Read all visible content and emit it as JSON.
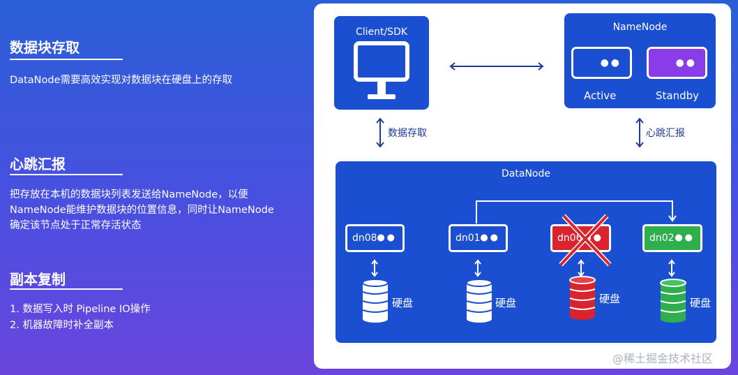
{
  "sections": [
    {
      "title": "数据块存取",
      "lines": [
        "DataNode需要高效实现对数据块在硬盘上的存取"
      ]
    },
    {
      "title": "心跳汇报",
      "lines": [
        "把存放在本机的数据块列表发送给NameNode，以便",
        "NameNode能维护数据块的位置信息，同时让NameNode",
        "确定该节点处于正常存活状态"
      ]
    },
    {
      "title": "副本复制",
      "lines": [
        "1. 数据写入时 Pipeline IO操作",
        "2. 机器故障时补全副本"
      ]
    }
  ],
  "diagram": {
    "client_title": "Client/SDK",
    "namenode_title": "NameNode",
    "active_label": "Active",
    "standby_label": "Standby",
    "left_arrow_label": "数据存取",
    "right_arrow_label": "心跳汇报",
    "datanode_title": "DataNode",
    "dots": "●●",
    "nodes": [
      {
        "name": "dn08",
        "status": "normal",
        "disk_label": "硬盘"
      },
      {
        "name": "dn01",
        "status": "normal",
        "disk_label": "硬盘"
      },
      {
        "name": "dn06",
        "status": "failed",
        "disk_label": "硬盘"
      },
      {
        "name": "dn02",
        "status": "new-replica",
        "disk_label": "硬盘"
      }
    ],
    "colors": {
      "primary": "#1b4fd1",
      "standby": "#8a3ce9",
      "failed": "#d9232d",
      "replica": "#2fae4e"
    }
  },
  "watermark": "@稀土掘金技术社区"
}
